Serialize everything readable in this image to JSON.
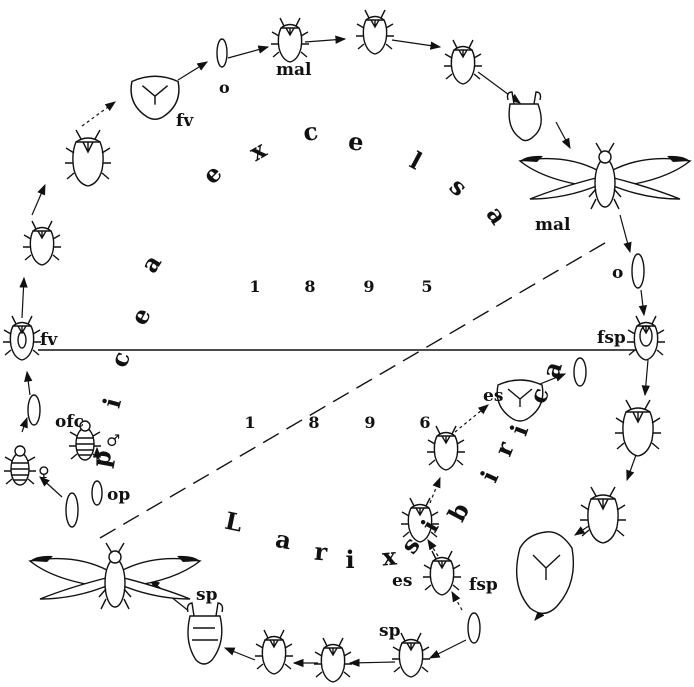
{
  "host_top": {
    "genus": "picea",
    "species": "excelsa",
    "year": [
      "1",
      "8",
      "9",
      "5"
    ]
  },
  "host_bottom": {
    "genus": "Larix",
    "species": "sibirica",
    "year": [
      "1",
      "8",
      "9",
      "6"
    ]
  },
  "labels": {
    "o": "o",
    "mal": "mal",
    "fv": "fv",
    "fsp": "fsp",
    "es": "es",
    "sp": "sp",
    "op": "op",
    "ofc": "ofc"
  },
  "sex_symbols": {
    "male": "♂",
    "female": "♀"
  },
  "icons": [
    "aphid-wingless-icon",
    "aphid-winged-icon",
    "gall-icon",
    "egg-icon",
    "nymph-icon"
  ],
  "colors": {
    "ink": "#111111",
    "background": "#ffffff"
  }
}
